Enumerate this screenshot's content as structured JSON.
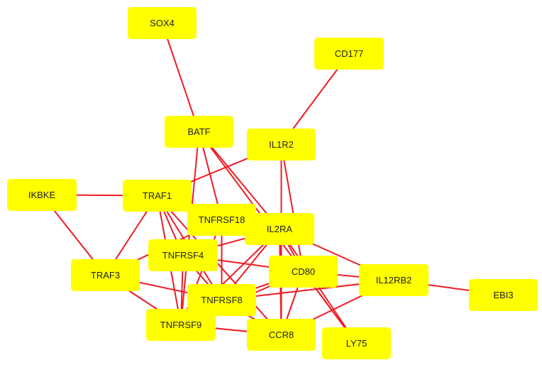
{
  "network": {
    "node_color": "#ffff00",
    "edge_color": "#ee1c24",
    "label_color": "#222222",
    "nodes": [
      {
        "id": "SOX4",
        "label": "SOX4"
      },
      {
        "id": "CD177",
        "label": "CD177"
      },
      {
        "id": "BATF",
        "label": "BATF"
      },
      {
        "id": "IL1R2",
        "label": "IL1R2"
      },
      {
        "id": "IKBKE",
        "label": "IKBKE"
      },
      {
        "id": "TRAF1",
        "label": "TRAF1"
      },
      {
        "id": "TNFRSF18",
        "label": "TNFRSF18"
      },
      {
        "id": "IL2RA",
        "label": "IL2RA"
      },
      {
        "id": "TNFRSF4",
        "label": "TNFRSF4"
      },
      {
        "id": "TRAF3",
        "label": "TRAF3"
      },
      {
        "id": "CD80",
        "label": "CD80"
      },
      {
        "id": "IL12RB2",
        "label": "IL12RB2"
      },
      {
        "id": "EBI3",
        "label": "EBI3"
      },
      {
        "id": "TNFRSF8",
        "label": "TNFRSF8"
      },
      {
        "id": "TNFRSF9",
        "label": "TNFRSF9"
      },
      {
        "id": "CCR8",
        "label": "CCR8"
      },
      {
        "id": "LY75",
        "label": "LY75"
      }
    ],
    "edges": [
      [
        "SOX4",
        "BATF"
      ],
      [
        "CD177",
        "IL1R2"
      ],
      [
        "IKBKE",
        "TRAF1"
      ],
      [
        "IKBKE",
        "TRAF3"
      ],
      [
        "IL1R2",
        "TRAF1"
      ],
      [
        "IL1R2",
        "CCR8"
      ],
      [
        "IL1R2",
        "CD80"
      ],
      [
        "BATF",
        "TNFRSF9"
      ],
      [
        "BATF",
        "TNFRSF18"
      ],
      [
        "BATF",
        "IL2RA"
      ],
      [
        "TRAF1",
        "TRAF3"
      ],
      [
        "TRAF1",
        "TNFRSF4"
      ],
      [
        "TRAF1",
        "TNFRSF9"
      ],
      [
        "TRAF1",
        "TNFRSF8"
      ],
      [
        "TRAF1",
        "TNFRSF18"
      ],
      [
        "TRAF1",
        "CCR8"
      ],
      [
        "TRAF1",
        "IL2RA"
      ],
      [
        "TRAF3",
        "TNFRSF18"
      ],
      [
        "TRAF3",
        "TNFRSF8"
      ],
      [
        "TRAF3",
        "TNFRSF9"
      ],
      [
        "TNFRSF18",
        "TNFRSF8"
      ],
      [
        "TNFRSF18",
        "TNFRSF9"
      ],
      [
        "TNFRSF18",
        "IL2RA"
      ],
      [
        "TNFRSF4",
        "TNFRSF9"
      ],
      [
        "TNFRSF4",
        "TNFRSF8"
      ],
      [
        "TNFRSF4",
        "IL2RA"
      ],
      [
        "TNFRSF4",
        "CD80"
      ],
      [
        "IL2RA",
        "IL12RB2"
      ],
      [
        "IL2RA",
        "CD80"
      ],
      [
        "IL2RA",
        "LY75"
      ],
      [
        "IL2RA",
        "TNFRSF8"
      ],
      [
        "IL2RA",
        "CCR8"
      ],
      [
        "IL2RA",
        "TNFRSF9"
      ],
      [
        "CD80",
        "IL12RB2"
      ],
      [
        "CD80",
        "TNFRSF8"
      ],
      [
        "CD80",
        "TNFRSF9"
      ],
      [
        "CD80",
        "CCR8"
      ],
      [
        "CD80",
        "LY75"
      ],
      [
        "IL12RB2",
        "EBI3"
      ],
      [
        "IL12RB2",
        "CCR8"
      ],
      [
        "IL12RB2",
        "TNFRSF8"
      ],
      [
        "TNFRSF9",
        "CCR8"
      ],
      [
        "TNFRSF8",
        "CCR8"
      ],
      [
        "BATF",
        "LY75"
      ]
    ]
  }
}
